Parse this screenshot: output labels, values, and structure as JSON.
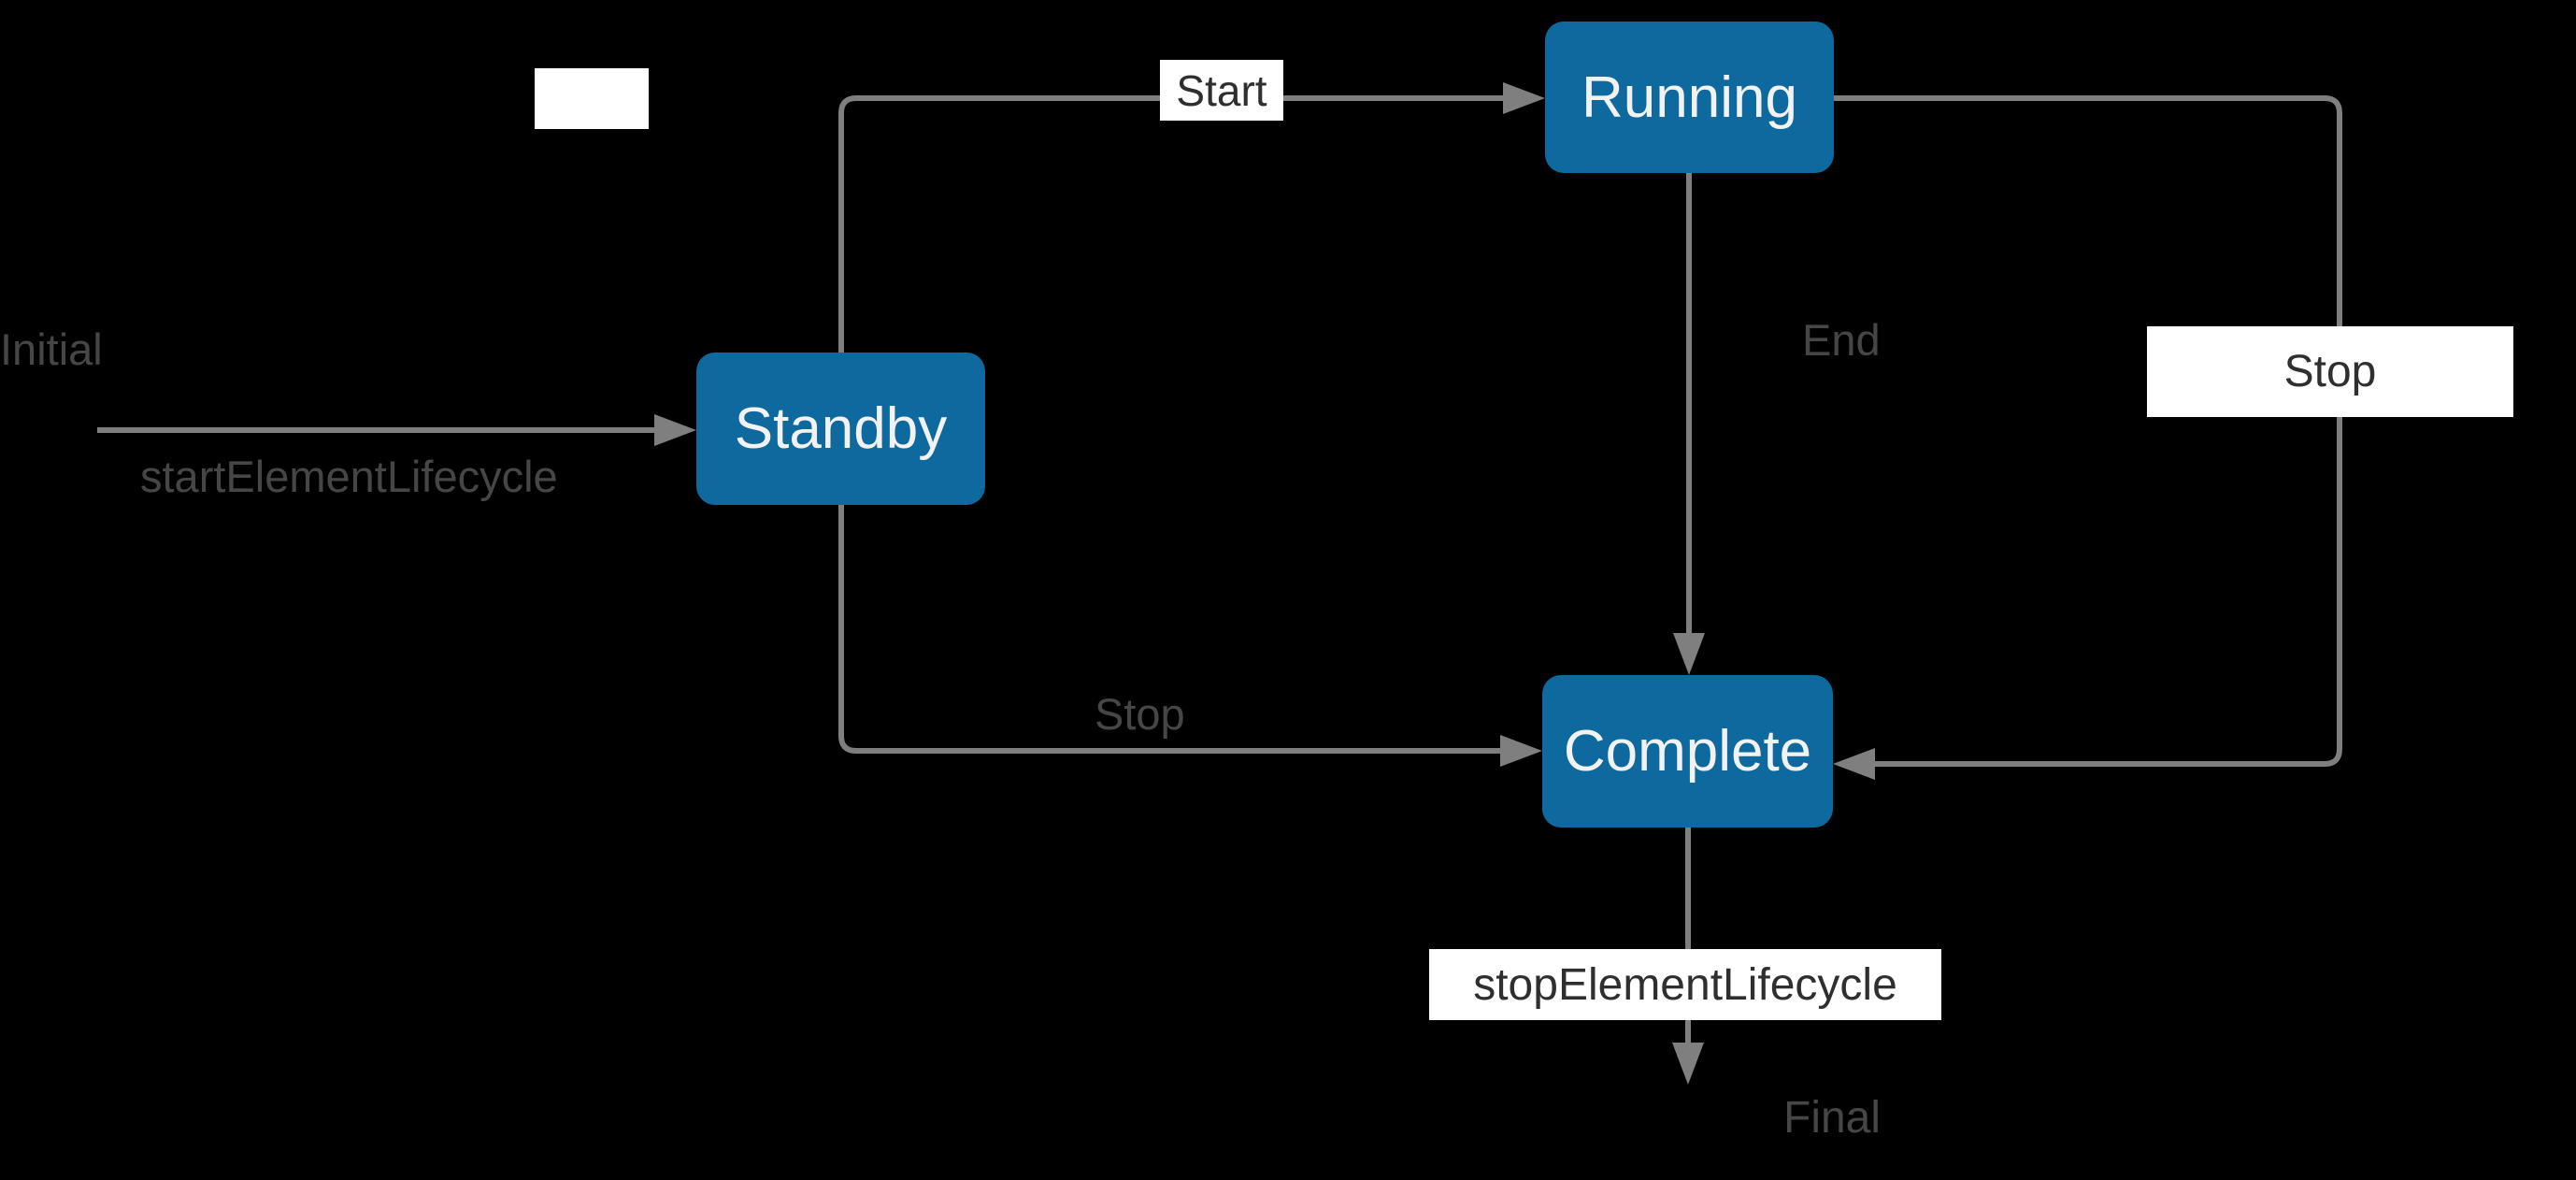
{
  "diagram": {
    "type": "state-machine-lifecycle",
    "colors": {
      "background": "#000000",
      "node_fill": "#0e699e",
      "node_text": "#f2f2f2",
      "edge": "#7f7f7f",
      "floating_label_text": "#464646",
      "boxed_label_text": "#2f2f2f",
      "boxed_label_background": "#ffffff"
    },
    "markers": {
      "initial": "Initial",
      "final": "Final"
    },
    "nodes": [
      {
        "id": "standby",
        "label": "Standby"
      },
      {
        "id": "running",
        "label": "Running"
      },
      {
        "id": "complete",
        "label": "Complete"
      }
    ],
    "transitions": [
      {
        "from": "Initial",
        "to": "Standby",
        "label": "startElementLifecycle",
        "label_style": "plain"
      },
      {
        "from": "Standby",
        "to": "Running",
        "label": "Start",
        "label_style": "boxed"
      },
      {
        "from": "Running",
        "to": "Complete",
        "label": "End",
        "label_style": "plain"
      },
      {
        "from": "Running",
        "to": "Complete",
        "label": "Stop",
        "label_style": "boxed"
      },
      {
        "from": "Standby",
        "to": "Complete",
        "label": "Stop",
        "label_style": "plain"
      },
      {
        "from": "Complete",
        "to": "Final",
        "label": "stopElementLifecycle",
        "label_style": "boxed"
      }
    ],
    "empty_label": ""
  }
}
